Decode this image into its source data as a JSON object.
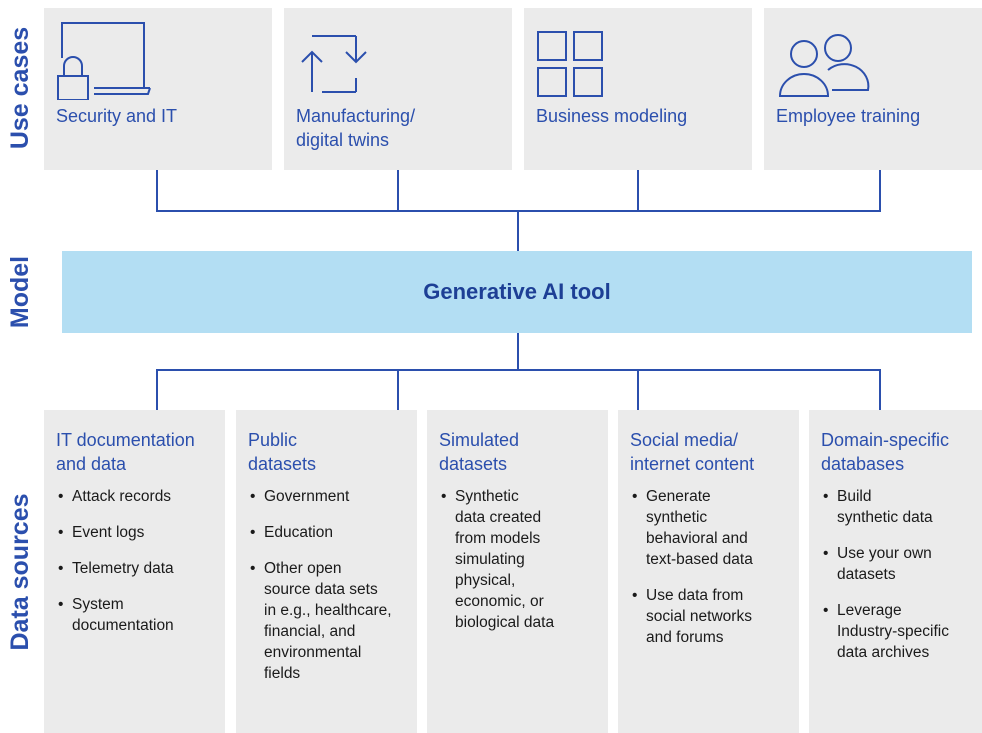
{
  "side_labels": {
    "use_cases": "Use cases",
    "model": "Model",
    "data_sources": "Data sources"
  },
  "use_cases": [
    {
      "label": "Security and IT",
      "icon": "laptop-lock-icon"
    },
    {
      "label": "Manufacturing/\ndigital twins",
      "icon": "sync-arrows-icon"
    },
    {
      "label": "Business modeling",
      "icon": "grid-icon"
    },
    {
      "label": "Employee training",
      "icon": "people-icon"
    }
  ],
  "model": {
    "label": "Generative AI tool"
  },
  "data_sources": [
    {
      "title": "IT documentation\nand data",
      "items": [
        "Attack records",
        "Event logs",
        "Telemetry data",
        "System\ndocumentation"
      ]
    },
    {
      "title": "Public\ndatasets",
      "items": [
        "Government",
        "Education",
        "Other open\nsource data sets\nin e.g., healthcare,\nfinancial, and\nenvironmental\nfields"
      ]
    },
    {
      "title": "Simulated\ndatasets",
      "items": [
        "Synthetic\ndata created\nfrom models\nsimulating\nphysical,\neconomic, or\nbiological data"
      ]
    },
    {
      "title": "Social media/\ninternet content",
      "items": [
        "Generate\nsynthetic\nbehavioral and\ntext-based data",
        "Use data from\nsocial networks\nand forums"
      ]
    },
    {
      "title": "Domain-specific\ndatabases",
      "items": [
        "Build\nsynthetic data",
        "Use your own\ndatasets",
        "Leverage\nIndustry-specific\ndata archives"
      ]
    }
  ],
  "colors": {
    "accent": "#2b4fad",
    "model_fill": "#b3def3",
    "box_fill": "#ebebeb"
  }
}
